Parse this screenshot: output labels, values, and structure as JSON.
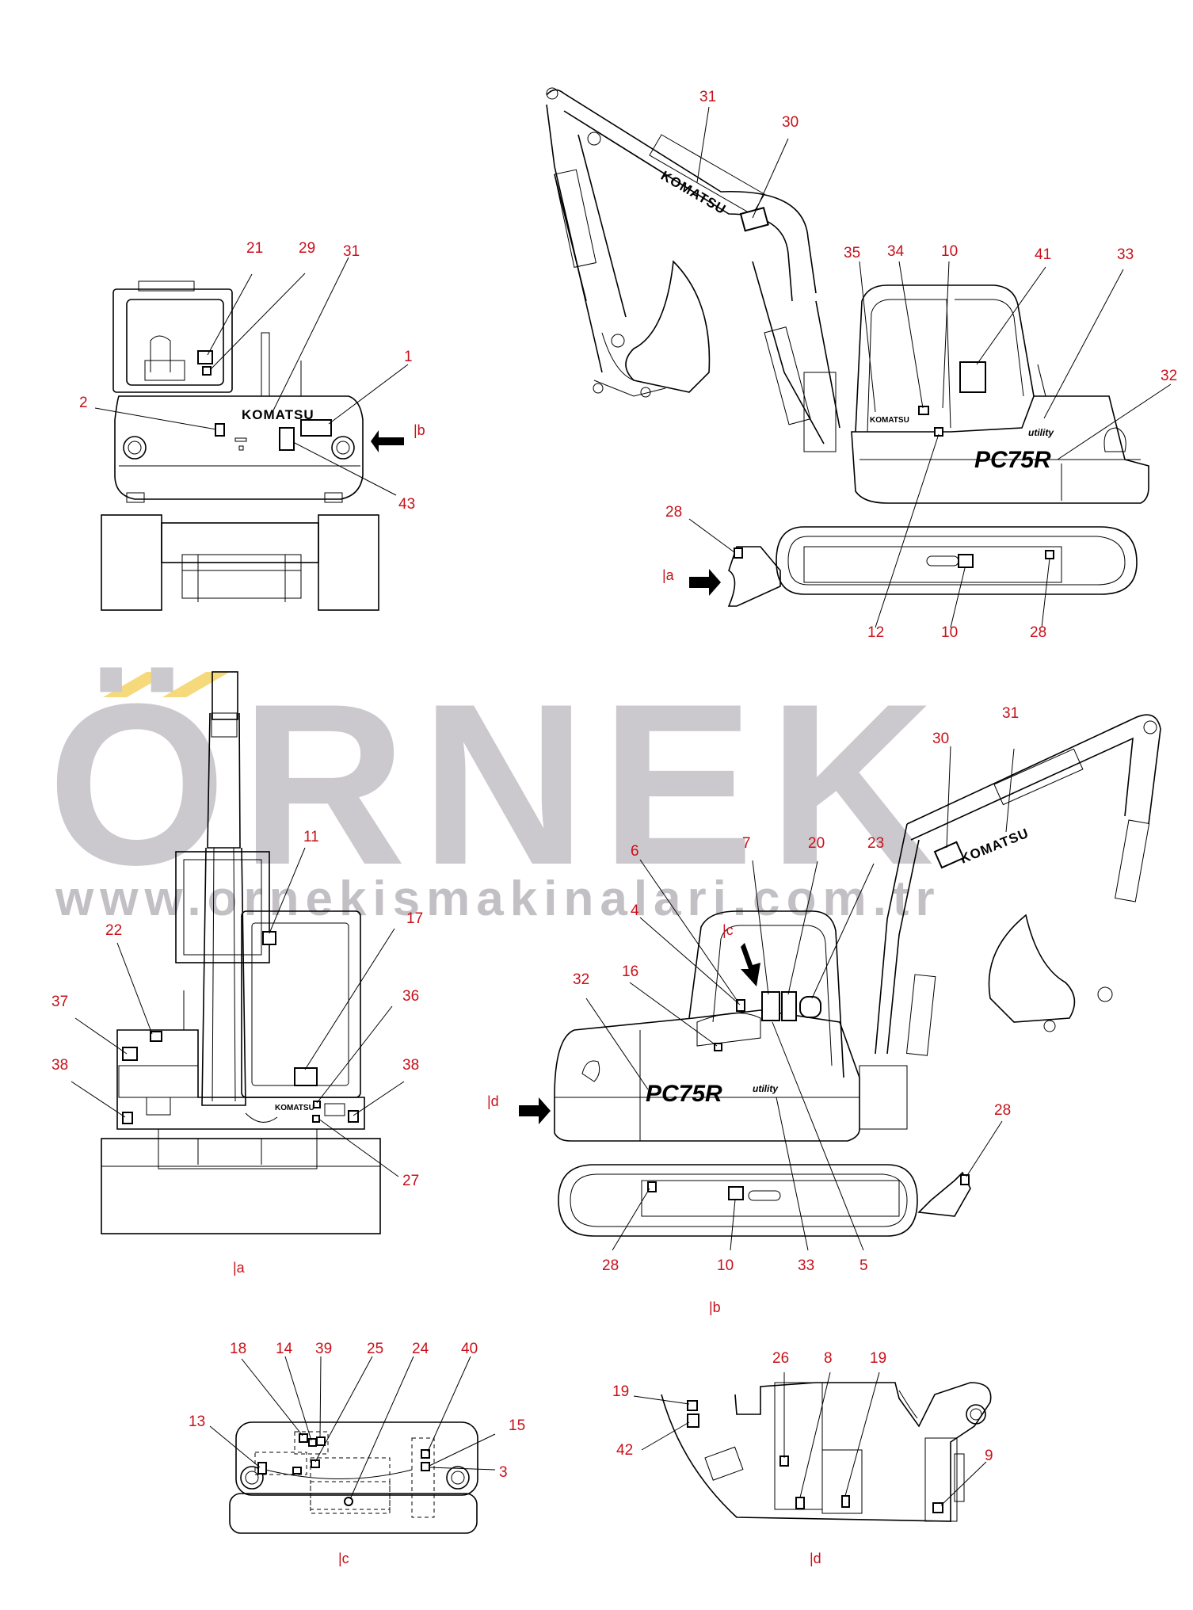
{
  "watermark": {
    "brand": "ÖRNEK",
    "url": "www.ornekismakinalari.com.tr",
    "accent_color": "#f5d97a"
  },
  "machine": {
    "brand": "KOMATSU",
    "model": "PC75R",
    "badge": "utility"
  },
  "view_labels": {
    "a": "|a",
    "b": "|b",
    "c": "|c",
    "d": "|d"
  },
  "callouts": {
    "front": [
      "21",
      "29",
      "31",
      "1",
      "2",
      "43",
      "|b"
    ],
    "side_top": [
      "31",
      "30",
      "35",
      "34",
      "10",
      "41",
      "33",
      "32",
      "28",
      "|a",
      "12",
      "10",
      "28"
    ],
    "rear": [
      "11",
      "22",
      "17",
      "36",
      "37",
      "38",
      "38",
      "27",
      "|a"
    ],
    "side_bottom": [
      "31",
      "30",
      "6",
      "7",
      "20",
      "23",
      "4",
      "|c",
      "32",
      "16",
      "|d",
      "28",
      "28",
      "10",
      "33",
      "5",
      "|b"
    ],
    "detail_c": [
      "18",
      "14",
      "39",
      "25",
      "24",
      "40",
      "13",
      "15",
      "3",
      "|c"
    ],
    "detail_d": [
      "26",
      "8",
      "19",
      "19",
      "42",
      "9",
      "|d"
    ]
  },
  "colors": {
    "callout": "#c8101a",
    "line": "#000000"
  }
}
